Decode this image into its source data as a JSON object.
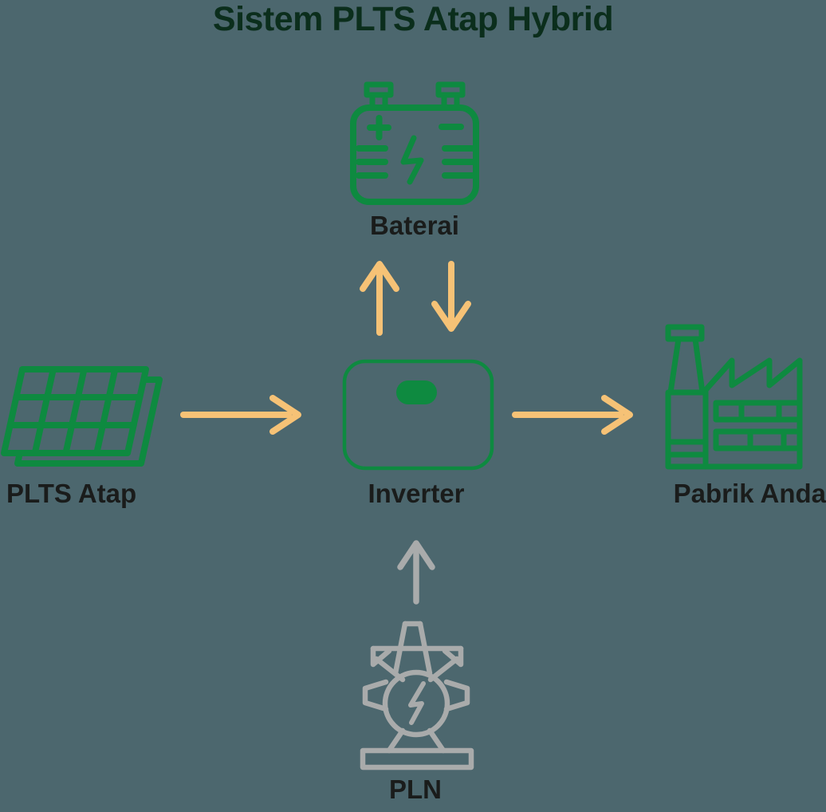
{
  "title": {
    "text": "Sistem PLTS Atap Hybrid"
  },
  "colors": {
    "bg": "#4C676E",
    "icon-green": "#0E8A40",
    "title-green": "#0B2E1C",
    "label-dark": "#1A1C1B",
    "arrow-yellow": "#F6C276",
    "icon-gray": "#A9ABAB"
  },
  "nodes": {
    "battery": {
      "label": "Baterai",
      "icon": "car-battery-icon"
    },
    "solar": {
      "label": "PLTS Atap",
      "icon": "solar-panel-icon"
    },
    "inverter": {
      "label": "Inverter",
      "icon": "inverter-icon"
    },
    "factory": {
      "label": "Pabrik Anda",
      "icon": "factory-icon"
    },
    "grid": {
      "label": "PLN",
      "icon": "power-transformer-icon"
    }
  },
  "edges": [
    {
      "from": "solar",
      "to": "inverter",
      "style": "yellow",
      "direction": "right"
    },
    {
      "from": "inverter",
      "to": "battery",
      "style": "yellow",
      "direction": "up"
    },
    {
      "from": "battery",
      "to": "inverter",
      "style": "yellow",
      "direction": "down"
    },
    {
      "from": "inverter",
      "to": "factory",
      "style": "yellow",
      "direction": "right"
    },
    {
      "from": "grid",
      "to": "inverter",
      "style": "gray",
      "direction": "up"
    }
  ]
}
